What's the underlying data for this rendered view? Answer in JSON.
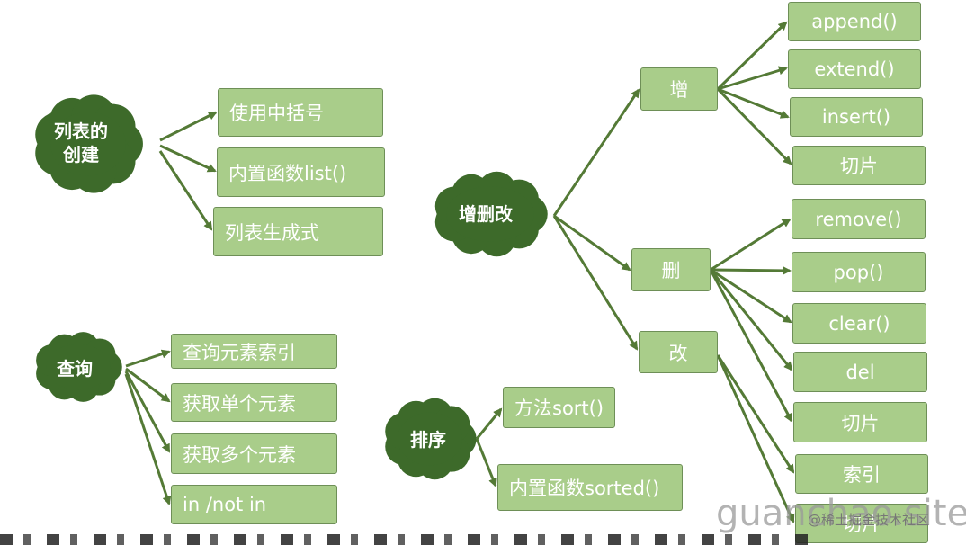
{
  "colors": {
    "cloud": "#3d6a2a",
    "box_fill": "#a9cd8a",
    "box_border": "#6e8f57",
    "arrow": "#547a36"
  },
  "create": {
    "cloud": "列表的\n创建",
    "items": [
      "使用中括号",
      "内置函数list()",
      "列表生成式"
    ]
  },
  "crud": {
    "cloud": "增删改",
    "add": {
      "label": "增",
      "items": [
        "append()",
        "extend()",
        "insert()",
        "切片"
      ]
    },
    "del": {
      "label": "删",
      "items": [
        "remove()",
        "pop()",
        "clear()",
        "del",
        "切片"
      ]
    },
    "mod": {
      "label": "改",
      "items": [
        "索引",
        "切片"
      ]
    }
  },
  "query": {
    "cloud": "查询",
    "items": [
      "查询元素索引",
      "获取单个元素",
      "获取多个元素",
      "in  /not in"
    ]
  },
  "sort": {
    "cloud": "排序",
    "items": [
      "方法sort()",
      "内置函数sorted()"
    ]
  },
  "watermark": {
    "main": "guanchao.site",
    "sub": "@稀土掘金技术社区"
  }
}
